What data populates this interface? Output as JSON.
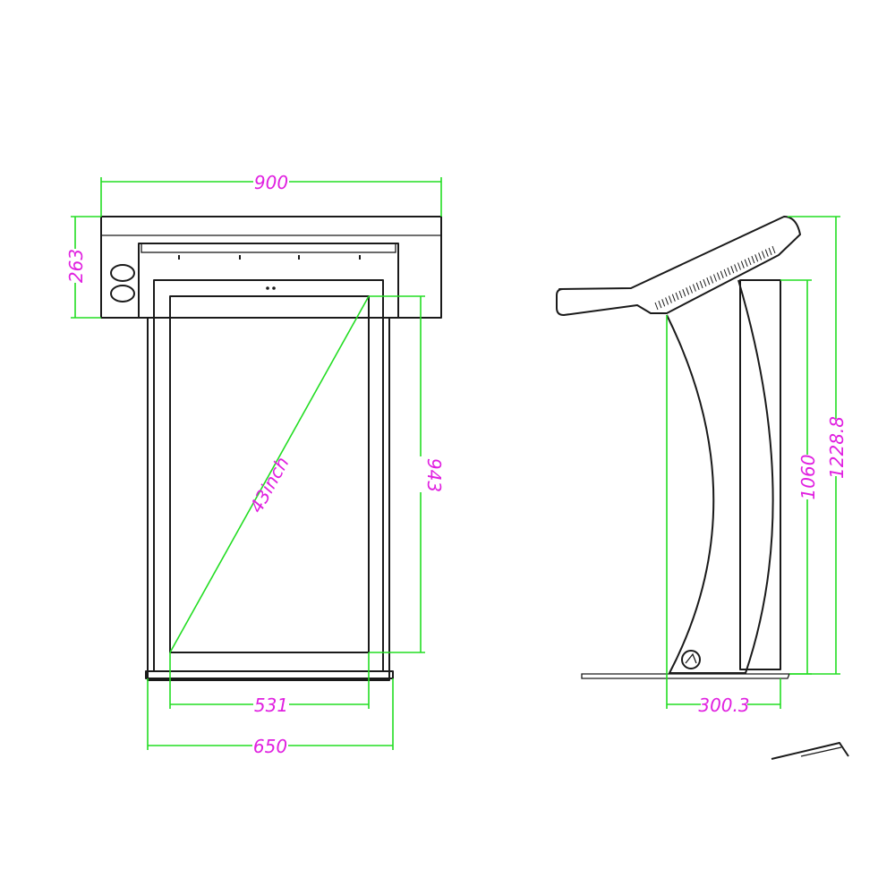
{
  "front_view": {
    "width_label": "900",
    "top_height_label": "263",
    "diagonal_label": "43inch",
    "screen_height_label": "943",
    "screen_width_label": "531",
    "base_width_label": "650"
  },
  "side_view": {
    "depth_label": "300.3",
    "stand_height_label": "1060",
    "total_height_label": "1228.8"
  },
  "colors": {
    "outline": "#1a1a1a",
    "dimension_line": "#22dd22",
    "dimension_text": "#e020e0"
  }
}
